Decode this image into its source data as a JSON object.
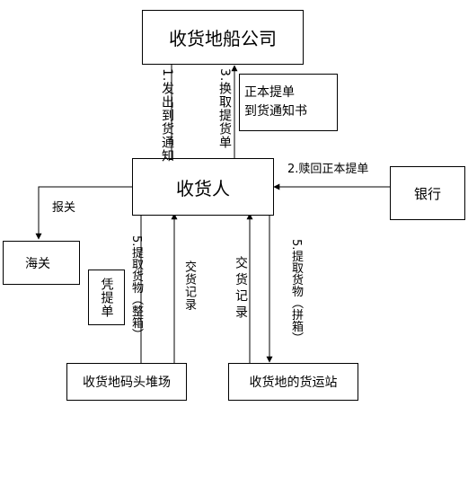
{
  "nodes": {
    "shipping_company": "收货地船公司",
    "consignee": "收货人",
    "bank": "银行",
    "customs": "海关",
    "container_yard": "收货地码头堆场",
    "freight_station": "收货地的货运站",
    "document_note": "正本提单\n到货通知书",
    "bill_note": "凭提单"
  },
  "edges": {
    "issue_notice": "1.发出到货通知",
    "exchange_bill": "3.换取提货单",
    "redeem_bill": "2.赎回正本提单",
    "customs_declare": "报关",
    "pickup_full": "5.提取货物（整箱）",
    "delivery_record_left": "交货记录",
    "delivery_record_right": "交 货 记 录",
    "pickup_lcl": "5.提取货物（拼箱）"
  }
}
